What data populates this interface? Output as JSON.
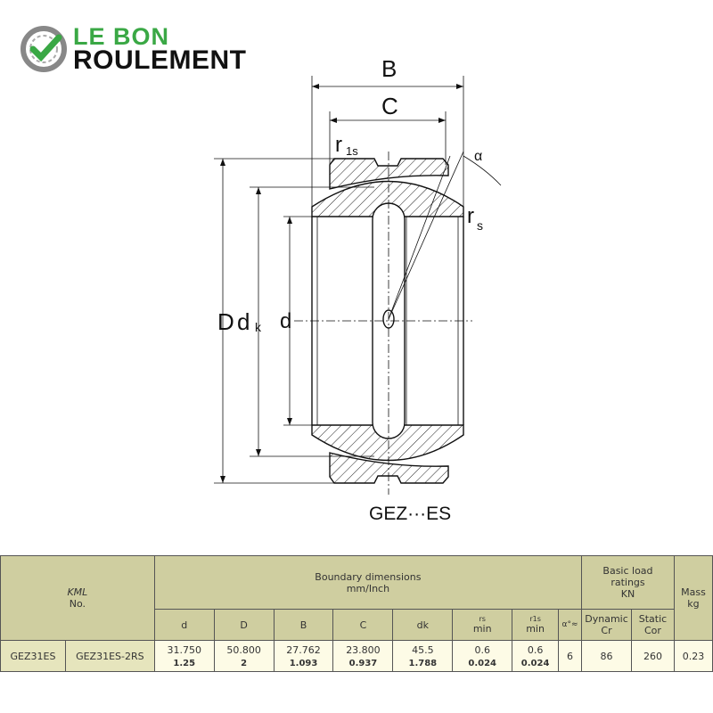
{
  "logo": {
    "line1": "LE BON",
    "line2": "ROULEMENT",
    "colors": {
      "green": "#3aa845",
      "dark": "#111111",
      "gray": "#888888"
    }
  },
  "diagram": {
    "labels": {
      "B": "B",
      "C": "C",
      "r1s": "r",
      "r1s_sub": "1s",
      "alpha": "α",
      "rs": "r",
      "rs_sub": "s",
      "D": "D",
      "dk": "d",
      "dk_sub": "k",
      "d": "d"
    },
    "caption": "GEZ···ES"
  },
  "table": {
    "brand": "KML",
    "no": "No.",
    "boundary": "Boundary dimensions",
    "units": "mm/Inch",
    "load": "Basic load",
    "load2": "ratings",
    "load_unit": "KN",
    "mass": "Mass",
    "mass_unit": "kg",
    "cols": {
      "d": "d",
      "D": "D",
      "B": "B",
      "C": "C",
      "dk": "dk",
      "rs": "rs",
      "rs_min": "min",
      "r1s": "r1s",
      "r1s_min": "min",
      "alpha": "α°≈",
      "dyn": "Dynamic",
      "dyn2": "Cr",
      "stat": "Static",
      "stat2": "Cor"
    },
    "row": {
      "name1": "GEZ31ES",
      "name2": "GEZ31ES-2RS",
      "d": [
        "31.750",
        "1.25"
      ],
      "D": [
        "50.800",
        "2"
      ],
      "B": [
        "27.762",
        "1.093"
      ],
      "C": [
        "23.800",
        "0.937"
      ],
      "dk": [
        "45.5",
        "1.788"
      ],
      "rs": [
        "0.6",
        "0.024"
      ],
      "r1s": [
        "0.6",
        "0.024"
      ],
      "alpha": "6",
      "dyn": "86",
      "stat": "260",
      "mass": "0.23"
    }
  },
  "colors": {
    "header": "#cfcea0",
    "data": "#fdfbe6",
    "name": "#e6e5bd"
  }
}
